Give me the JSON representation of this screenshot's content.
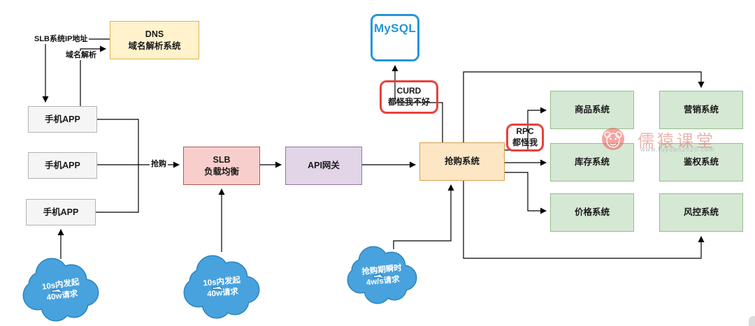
{
  "nodes": {
    "dns": {
      "title": "DNS",
      "subtitle": "域名解析系统"
    },
    "apps": [
      "手机APP",
      "手机APP",
      "手机APP"
    ],
    "slb": {
      "title": "SLB",
      "subtitle": "负载均衡"
    },
    "api_gateway": {
      "label": "API网关"
    },
    "mysql": {
      "label": "MySQL"
    },
    "seckill": {
      "label": "抢购系统"
    },
    "downstream": [
      {
        "label": "商品系统"
      },
      {
        "label": "营销系统"
      },
      {
        "label": "库存系统"
      },
      {
        "label": "鉴权系统"
      },
      {
        "label": "价格系统"
      },
      {
        "label": "风控系统"
      }
    ]
  },
  "annotations": {
    "curd": {
      "title": "CURD",
      "subtitle": "都怪我不好"
    },
    "rpc": {
      "title": "RPC",
      "subtitle": "都怪我"
    }
  },
  "edge_labels": {
    "slb_ip": "SLB系统IP地址",
    "dns_resolve": "域名解析",
    "purchase": "抢购"
  },
  "clouds": [
    {
      "line1": "10s内发起",
      "line2": "40w请求"
    },
    {
      "line1": "10s内发起",
      "line2": "40w请求"
    },
    {
      "line1": "抢购期瞬时",
      "line2": "4w/s请求"
    }
  ],
  "watermark": {
    "brand": "儒猿课堂",
    "url": "www.ruyuan2020.com"
  },
  "colors": {
    "dns_fill": "#FFF2CC",
    "dns_border": "#D6B656",
    "app_fill": "#F5F5F5",
    "app_border": "#B3B3B3",
    "slb_fill": "#F8CECC",
    "slb_border": "#B85450",
    "api_fill": "#E1D5E7",
    "api_border": "#9673A6",
    "seckill_fill": "#FCE6C3",
    "seckill_border": "#D6A04F",
    "green_fill": "#D5E8D4",
    "green_border": "#94BE88",
    "mysql_border": "#2496D8",
    "note_border": "#E8413C",
    "cloud_fill": "#48A2DD",
    "cloud_border": "#2E85C0",
    "line_color": "#000000"
  }
}
